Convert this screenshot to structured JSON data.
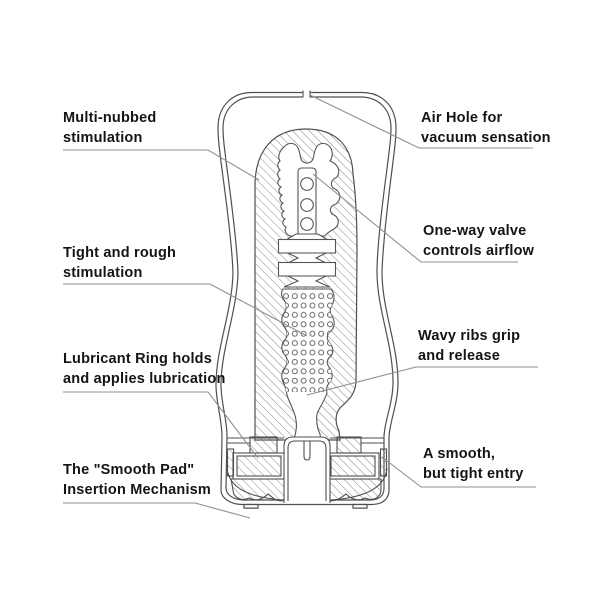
{
  "diagram": {
    "labels": [
      {
        "id": "multi-nubbed",
        "line1": "Multi-nubbed",
        "line2": "stimulation"
      },
      {
        "id": "air-hole",
        "line1": "Air Hole for",
        "line2": "vacuum sensation"
      },
      {
        "id": "one-way-valve",
        "line1": "One-way valve",
        "line2": "controls airflow"
      },
      {
        "id": "tight-rough",
        "line1": "Tight and rough",
        "line2": "stimulation"
      },
      {
        "id": "wavy-ribs",
        "line1": "Wavy ribs grip",
        "line2": "and release"
      },
      {
        "id": "lubricant-ring",
        "line1": "Lubricant Ring holds",
        "line2": "and applies lubrication"
      },
      {
        "id": "smooth-pad",
        "line1": "The \"Smooth Pad\"",
        "line2": "Insertion Mechanism"
      },
      {
        "id": "tight-entry",
        "line1": "A smooth,",
        "line2": "but tight entry"
      }
    ],
    "colors": {
      "background": "#ffffff",
      "outline": "#4f4f4f",
      "hatch": "#7a7a7a",
      "leader": "#8f8f8f",
      "text": "#141414"
    }
  }
}
